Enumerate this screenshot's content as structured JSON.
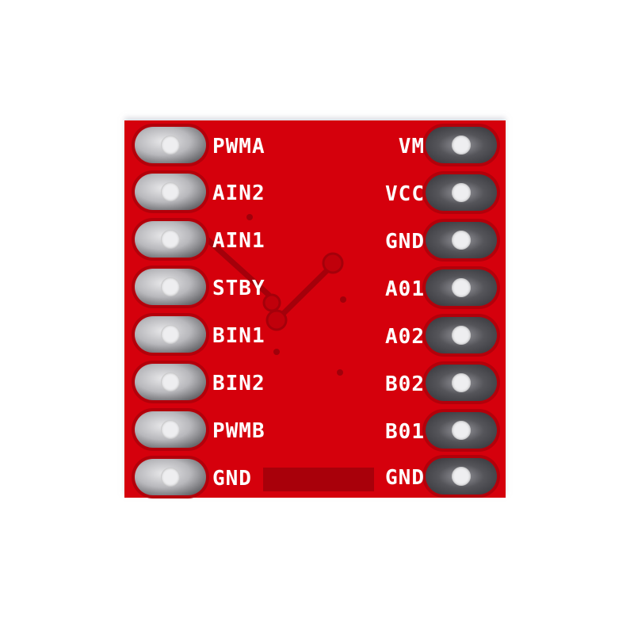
{
  "board": {
    "color": "#d5000c",
    "left_pins": [
      {
        "label": "PWMA"
      },
      {
        "label": "AIN2"
      },
      {
        "label": "AIN1"
      },
      {
        "label": "STBY"
      },
      {
        "label": "BIN1"
      },
      {
        "label": "BIN2"
      },
      {
        "label": "PWMB"
      },
      {
        "label": "GND"
      }
    ],
    "right_pins": [
      {
        "label": "VM"
      },
      {
        "label": "VCC"
      },
      {
        "label": "GND"
      },
      {
        "label": "A01"
      },
      {
        "label": "A02"
      },
      {
        "label": "B02"
      },
      {
        "label": "B01"
      },
      {
        "label": "GND"
      }
    ]
  }
}
